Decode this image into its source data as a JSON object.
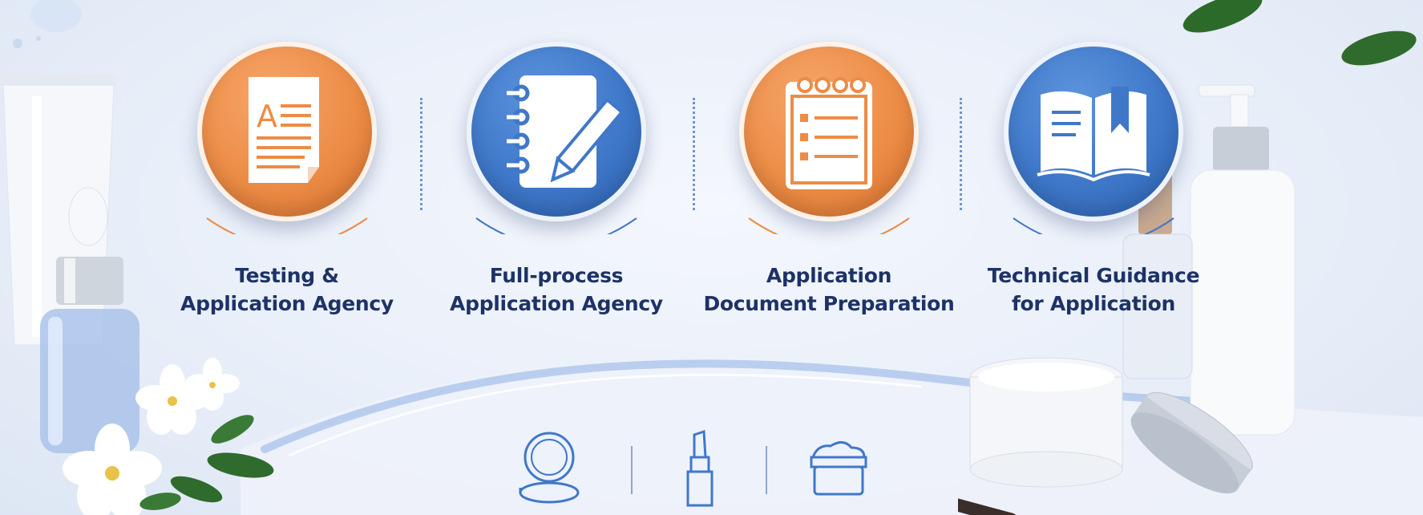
{
  "services": [
    {
      "line1": "Testing &",
      "line2": "Application Agency",
      "color": "#ec8c46",
      "icon": "document-icon"
    },
    {
      "line1": "Full-process",
      "line2": "Application Agency",
      "color": "#3f78c9",
      "icon": "notebook-pencil-icon"
    },
    {
      "line1": "Application",
      "line2": "Document Preparation",
      "color": "#ec8c46",
      "icon": "checklist-notepad-icon"
    },
    {
      "line1": "Technical Guidance",
      "line2": "for Application",
      "color": "#3f78c9",
      "icon": "open-book-icon"
    }
  ],
  "bottom_icons": [
    "compact-mirror-icon",
    "lipstick-icon",
    "cream-jar-icon"
  ],
  "colors": {
    "orange": "#ec8c46",
    "blue": "#3f78c9",
    "text": "#1d3266",
    "accent_line": "#6f95d0"
  }
}
